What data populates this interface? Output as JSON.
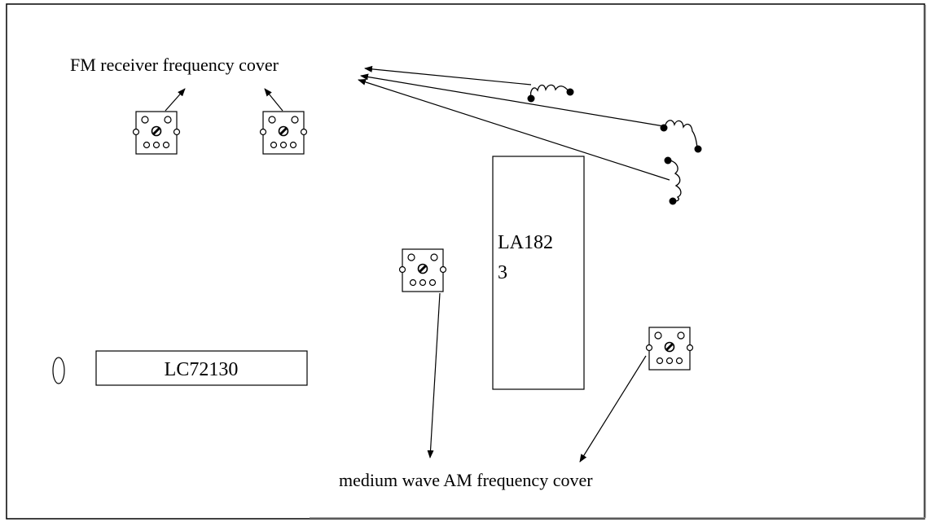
{
  "labels": {
    "fm_cover": "FM receiver frequency cover",
    "am_cover": "medium wave AM frequency cover"
  },
  "chips": {
    "la_line1": "LA182",
    "la_line2": "3",
    "lc": "LC72130"
  },
  "colors": {
    "ink": "#000000",
    "background": "#ffffff"
  }
}
